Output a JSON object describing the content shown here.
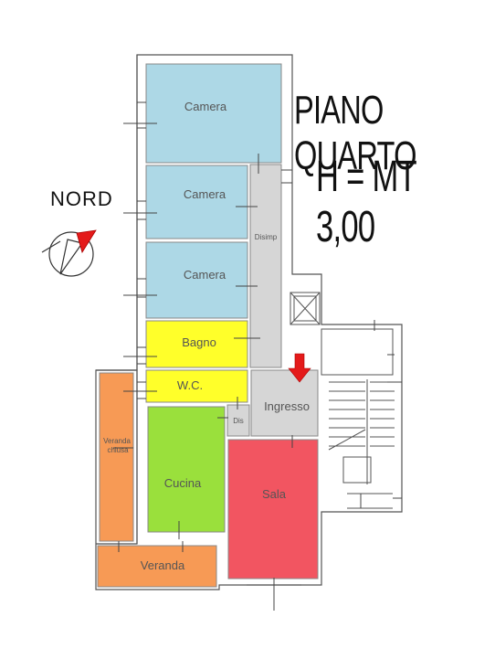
{
  "title": "PIANO QUARTO",
  "height_note": "H = MT 3,00",
  "north_label": "NORD",
  "rooms": {
    "camera1": "Camera",
    "camera2": "Camera",
    "camera3": "Camera",
    "disimpegno": "Disimp",
    "bagno": "Bagno",
    "wc": "W.C.",
    "ingresso": "Ingresso",
    "dis": "Dis",
    "veranda_chiusa_1": "Veranda",
    "veranda_chiusa_2": "chiusa",
    "cucina": "Cucina",
    "sala": "Sala",
    "veranda": "Veranda"
  },
  "colors": {
    "camera": "#add8e6",
    "bagno": "#ffff2a",
    "cucina": "#9ae03c",
    "sala": "#f25561",
    "veranda": "#f79a55",
    "service": "#d6d6d6",
    "entry_arrow": "#e41a1a"
  }
}
